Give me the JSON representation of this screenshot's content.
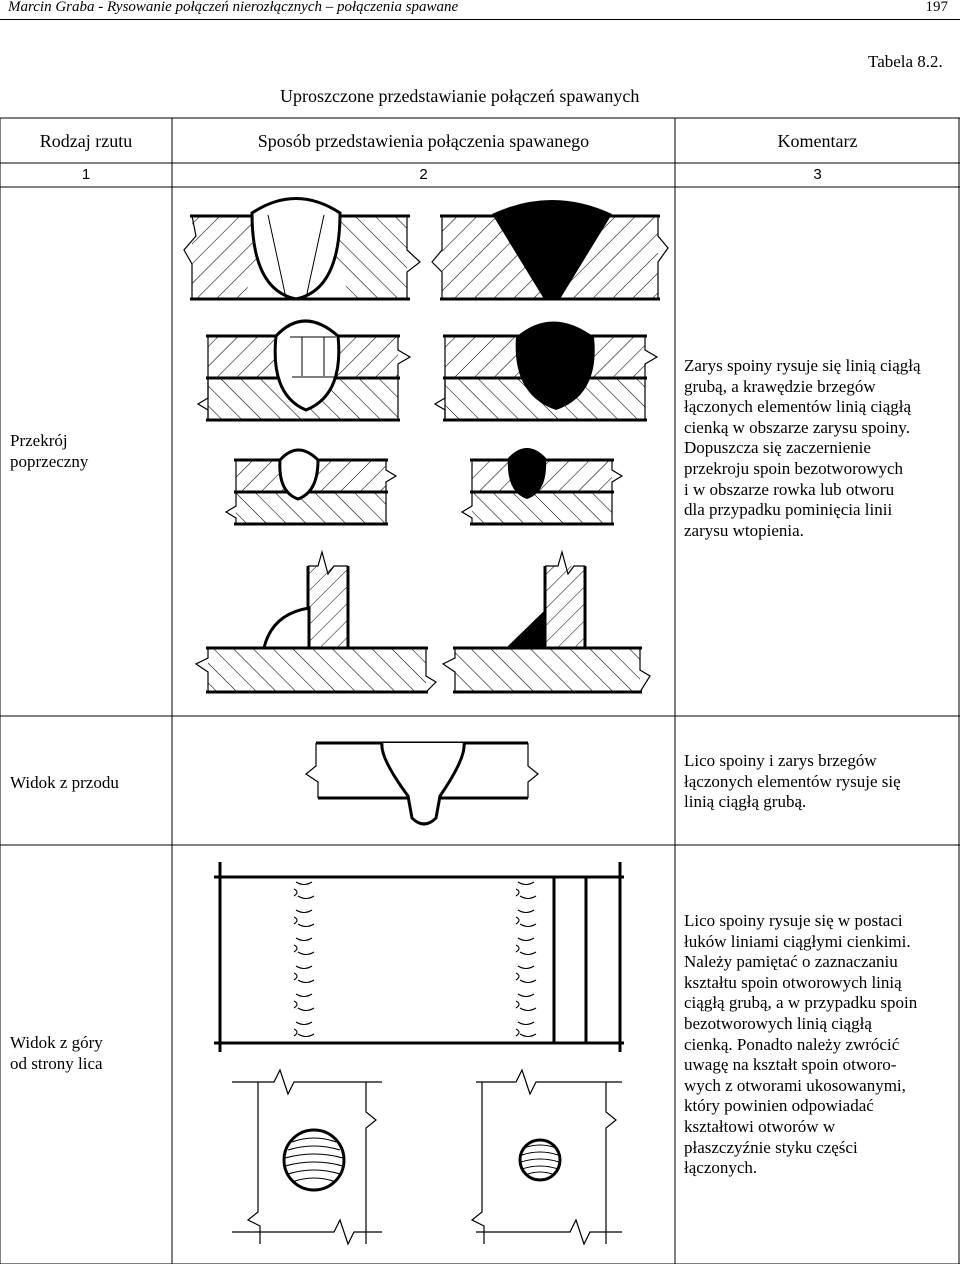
{
  "header": {
    "left": "Marcin Graba - Rysowanie połączeń nierozłącznych – połączenia spawane",
    "page_number": "197"
  },
  "table_label": "Tabela 8.2.",
  "title": "Uproszczone przedstawianie połączeń spawanych",
  "columns": {
    "headers": [
      "Rodzaj rzutu",
      "Sposób przedstawienia połączenia spawanego",
      "Komentarz"
    ],
    "numbers": [
      "1",
      "2",
      "3"
    ]
  },
  "rows": [
    {
      "view_type": [
        "Przekrój",
        "poprzeczny"
      ],
      "comment": [
        "Zarys spoiny rysuje się linią ciągłą",
        "grubą, a krawędzie brzegów",
        "łączonych elementów linią ciągłą",
        "cienką w obszarze zarysu spoiny.",
        "Dopuszcza się zaczernienie",
        "przekroju spoin bezotworowych",
        "i w obszarze rowka lub otworu",
        "dla przypadku pominięcia linii",
        "zarysu wtopienia."
      ]
    },
    {
      "view_type": [
        "Widok z przodu"
      ],
      "comment": [
        "Lico spoiny i zarys brzegów",
        "łączonych elementów rysuje się",
        "linią ciągłą grubą."
      ]
    },
    {
      "view_type": [
        "Widok z góry",
        "od strony lica"
      ],
      "comment": [
        "Lico spoiny rysuje się w postaci",
        "łuków liniami ciągłymi cienkimi.",
        "Należy pamiętać o zaznaczaniu",
        "kształtu spoin otworowych linią",
        "ciągłą grubą, a w przypadku spoin",
        "bezotworowych linią ciągłą",
        "cienką. Ponadto należy zwrócić",
        "uwagę na kształt spoin otworo-",
        "wych z otworami ukosowanymi,",
        "który powinien odpowiadać",
        "kształtowi otworów w",
        "płaszczyźnie styku części",
        "łączonych."
      ]
    }
  ]
}
